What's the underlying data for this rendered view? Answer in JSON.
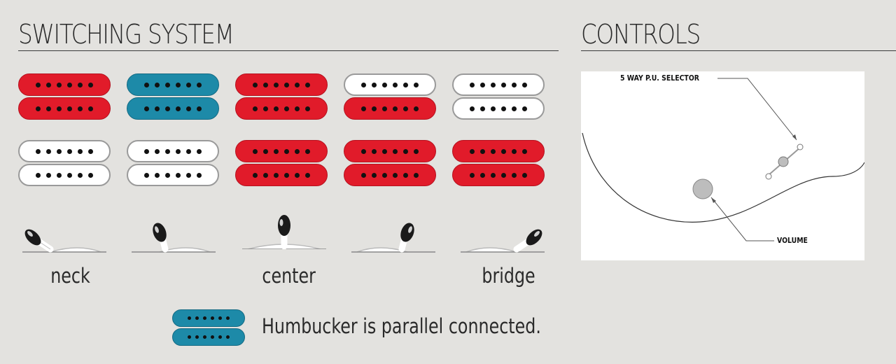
{
  "switching": {
    "title": "SWITCHING SYSTEM",
    "positions": [
      {
        "upper": "red",
        "lower": "white"
      },
      {
        "upper": "blue",
        "lower": "white"
      },
      {
        "upper": "red",
        "lower": "red"
      },
      {
        "upper": "white-red",
        "lower": "red"
      },
      {
        "upper": "white",
        "lower": "red"
      }
    ],
    "labels": [
      "neck",
      "",
      "center",
      "",
      "bridge"
    ],
    "legend": "Humbucker is parallel connected."
  },
  "controls": {
    "title": "CONTROLS",
    "selector_label": "5 WAY P.U. SELECTOR",
    "volume_label": "VOLUME"
  },
  "colors": {
    "red": "#e11b2a",
    "blue": "#1d8aa8",
    "white": "#ffffff"
  }
}
